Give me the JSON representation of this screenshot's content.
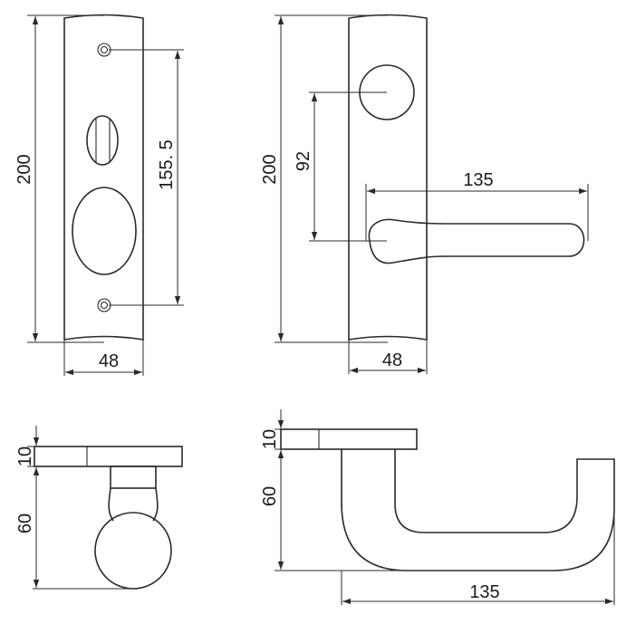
{
  "front_plate": {
    "height_label": "200",
    "screw_distance_label": "155. 5",
    "width_label": "48"
  },
  "lever_side_view": {
    "height_label": "200",
    "offset_label": "92",
    "lever_length_label": "135",
    "width_label": "48"
  },
  "knob_profile": {
    "plate_thickness_label": "10",
    "projection_label": "60"
  },
  "lever_profile": {
    "plate_thickness_label": "10",
    "projection_label": "60",
    "lever_length_label": "135"
  }
}
